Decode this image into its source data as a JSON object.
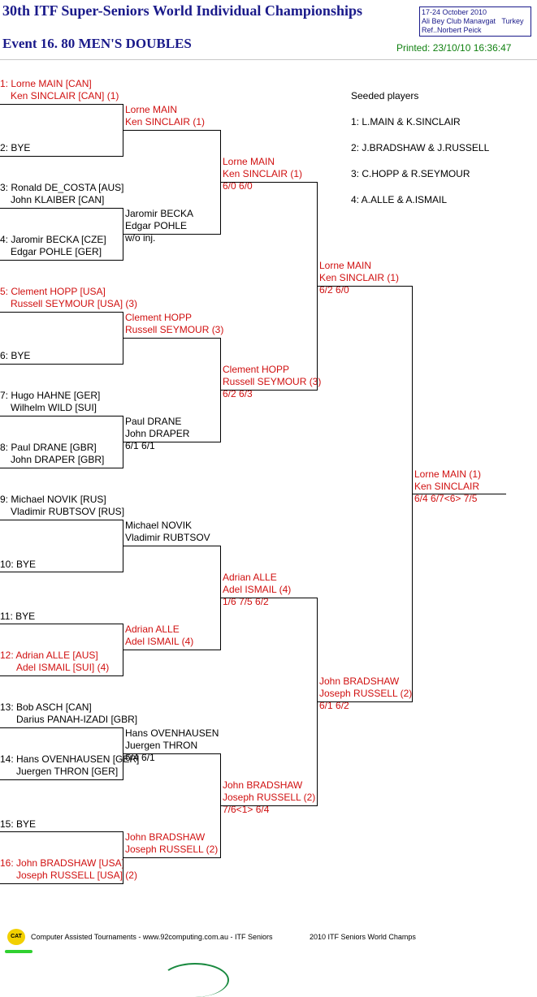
{
  "header": {
    "title": "30th ITF Super-Seniors World Individual Championships",
    "event": "Event 16. 80 MEN'S DOUBLES",
    "info_line1": "17-24 October 2010",
    "info_line2": "Ali Bey Club Manavgat   Turkey",
    "info_line3": "Ref..Norbert Peick",
    "printed": "Printed: 23/10/10 16:36:47"
  },
  "draw": {
    "r1": [
      {
        "a": "1: Lorne MAIN [CAN]",
        "b": "Ken SINCLAIR [CAN] (1)",
        "red": true
      },
      {
        "a": "2: BYE",
        "b": "",
        "red": false
      },
      {
        "a": "3: Ronald DE_COSTA [AUS]",
        "b": "John KLAIBER [CAN]",
        "red": false
      },
      {
        "a": "4: Jaromir BECKA [CZE]",
        "b": "Edgar POHLE [GER]",
        "red": false
      },
      {
        "a": "5: Clement HOPP [USA]",
        "b": "Russell SEYMOUR [USA] (3)",
        "red": true
      },
      {
        "a": "6: BYE",
        "b": "",
        "red": false
      },
      {
        "a": "7: Hugo HAHNE [GER]",
        "b": "Wilhelm WILD [SUI]",
        "red": false
      },
      {
        "a": "8: Paul DRANE [GBR]",
        "b": "John DRAPER [GBR]",
        "red": false
      },
      {
        "a": "9: Michael NOVIK [RUS]",
        "b": "Vladimir RUBTSOV [RUS]",
        "red": false
      },
      {
        "a": "10: BYE",
        "b": "",
        "red": false
      },
      {
        "a": "11: BYE",
        "b": "",
        "red": false
      },
      {
        "a": "12: Adrian ALLE [AUS]",
        "b": "Adel ISMAIL [SUI] (4)",
        "red": true
      },
      {
        "a": "13: Bob ASCH [CAN]",
        "b": "Darius PANAH-IZADI [GBR]",
        "red": false
      },
      {
        "a": "14: Hans OVENHAUSEN [GER]",
        "b": "Juergen THRON [GER]",
        "red": false
      },
      {
        "a": "15: BYE",
        "b": "",
        "red": false
      },
      {
        "a": "16: John BRADSHAW [USA]",
        "b": "Joseph RUSSELL [USA] (2)",
        "red": true
      }
    ],
    "r2": [
      {
        "a": "Lorne MAIN",
        "b": "Ken SINCLAIR (1)",
        "score": "",
        "red": true
      },
      {
        "a": "Jaromir BECKA",
        "b": "Edgar POHLE",
        "score": "w/o inj.",
        "red": false
      },
      {
        "a": "Clement HOPP",
        "b": "Russell SEYMOUR (3)",
        "score": "",
        "red": true
      },
      {
        "a": "Paul DRANE",
        "b": "John DRAPER",
        "score": "6/1 6/1",
        "red": false
      },
      {
        "a": "Michael NOVIK",
        "b": "Vladimir RUBTSOV",
        "score": "",
        "red": false
      },
      {
        "a": "Adrian ALLE",
        "b": "Adel ISMAIL (4)",
        "score": "",
        "red": true
      },
      {
        "a": "Hans OVENHAUSEN",
        "b": "Juergen THRON",
        "score": "6/4 6/1",
        "red": false
      },
      {
        "a": "John BRADSHAW",
        "b": "Joseph RUSSELL (2)",
        "score": "",
        "red": true
      }
    ],
    "r3": [
      {
        "a": "Lorne MAIN",
        "b": "Ken SINCLAIR (1)",
        "score": "6/0 6/0",
        "red": true
      },
      {
        "a": "Clement HOPP",
        "b": "Russell SEYMOUR (3)",
        "score": "6/2 6/3",
        "red": true
      },
      {
        "a": "Adrian ALLE",
        "b": "Adel ISMAIL (4)",
        "score": "1/6 7/5 6/2",
        "red": true
      },
      {
        "a": "John BRADSHAW",
        "b": "Joseph RUSSELL (2)",
        "score": "7/6<1> 6/4",
        "red": true
      }
    ],
    "r4": [
      {
        "a": "Lorne MAIN",
        "b": "Ken SINCLAIR (1)",
        "score": "6/2 6/0",
        "red": true
      },
      {
        "a": "John BRADSHAW",
        "b": "Joseph RUSSELL (2)",
        "score": "6/1 6/2",
        "red": true
      }
    ],
    "final": {
      "a": "Lorne MAIN (1)",
      "b": "Ken SINCLAIR",
      "score": "6/4 6/7<6> 7/5",
      "red": true
    }
  },
  "seeds": {
    "title": "Seeded players",
    "items": [
      "1: L.MAIN & K.SINCLAIR",
      "2: J.BRADSHAW & J.RUSSELL",
      "3: C.HOPP & R.SEYMOUR",
      "4: A.ALLE & A.ISMAIL"
    ]
  },
  "footer": {
    "logo_text": "CAT",
    "left": "Computer Assisted Tournaments - www.92computing.com.au -  ITF Seniors",
    "right": "2010 ITF Seniors World Champs"
  },
  "colors": {
    "header": "#1a1a8a",
    "winner_red": "#d01010",
    "printed_green": "#108010",
    "line": "#000000"
  }
}
